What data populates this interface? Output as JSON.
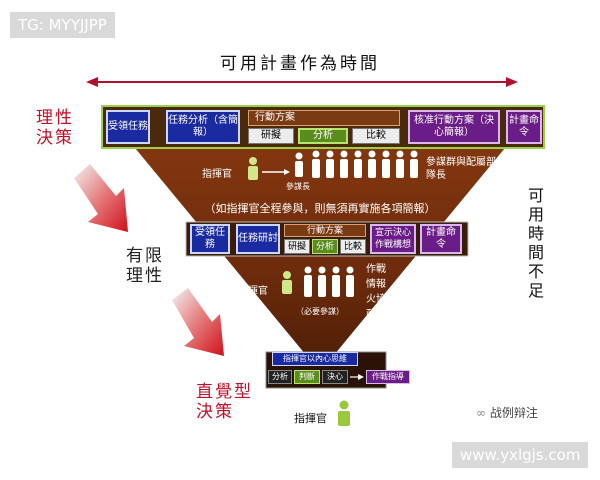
{
  "watermarks": {
    "top_left": "TG: MYYJJPP",
    "bottom_right": "www.yxlgjs.com",
    "logo_text": "战例辩注"
  },
  "header": {
    "title": "可用計畫作為時間"
  },
  "side_labels": {
    "rational": [
      "理性",
      "決策"
    ],
    "bounded": [
      "有限",
      "理性"
    ],
    "intuitive": [
      "直覺型",
      "決策"
    ],
    "time_short": "可用時間不足"
  },
  "level1": {
    "receive": "受領任務",
    "analysis": "任務分析（含簡報）",
    "coa_group": "行動方案",
    "coa_develop": "研擬",
    "coa_analyze": "分析",
    "coa_compare": "比較",
    "approve": "核准行動方案（決心簡報）",
    "orders": "計畫命令",
    "commander": "指揮官",
    "staff_chief": "參謀長",
    "staff_group": "參謀群與配屬部隊長"
  },
  "note": "（如指揮官全程參與，則無須再實施各項簡報）",
  "level2": {
    "receive": "受領任務",
    "study": "任務研討",
    "coa_group": "行動方案",
    "coa_develop": "研擬",
    "coa_analyze": "分析",
    "coa_compare": "比較",
    "announce": "宣示決心作戰構想",
    "orders": "計畫命令",
    "commander": "指揮官",
    "necessary_staff": "（必要參謀）",
    "staff_roles": [
      "作戰",
      "情報",
      "火協",
      "政戰"
    ]
  },
  "level3": {
    "inner": "指揮官以內心思維",
    "analyze": "分析",
    "judge": "判斷",
    "decide": "決心",
    "direct": "作戰指導",
    "commander": "指揮官"
  },
  "colors": {
    "brown": "#7a3a12",
    "red": "#c0102a",
    "blue": "#1a2aa0",
    "purple": "#6a1d86",
    "green": "#5b8c1e"
  }
}
